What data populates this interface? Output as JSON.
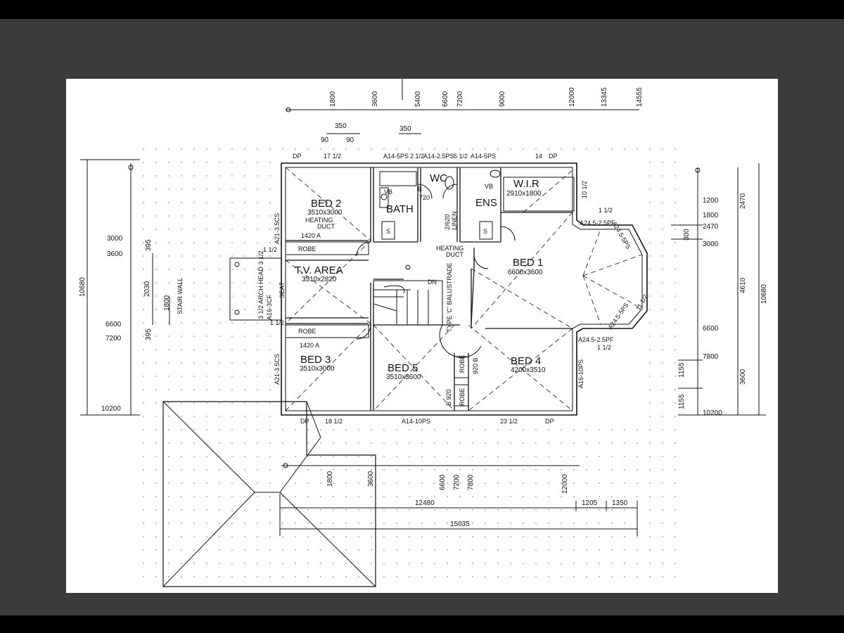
{
  "plan": {
    "rooms": {
      "bed1": {
        "name": "BED 1",
        "size": "6600x3600"
      },
      "bed2": {
        "name": "BED 2",
        "size": "3510x3000"
      },
      "bed3": {
        "name": "BED 3",
        "size": "3510x3000"
      },
      "bed4": {
        "name": "BED 4",
        "size": "4200x3510"
      },
      "bed5": {
        "name": "BED 5",
        "size": "3510x3600"
      },
      "tv": {
        "name": "T.V. AREA",
        "size": "3510x2820"
      },
      "bath": {
        "name": "BATH"
      },
      "ens": {
        "name": "ENS"
      },
      "wc": {
        "name": "WC"
      },
      "wir": {
        "name": "W.I.R",
        "size": "2910x1800"
      }
    },
    "labels": {
      "heating_duct_1": "HEATING",
      "heating_duct_1b": "DUCT",
      "heating_duct_2": "HEATING",
      "heating_duct_2b": "DUCT",
      "robe": "ROBE",
      "robe_width": "1420 A",
      "seat": "SEAT",
      "linen": "LINEN",
      "linen_size": "2/620",
      "balustrade": "TYPE 'C' BALUSTRADE",
      "dn": "DN",
      "stair_wall": "STAIR WALL",
      "arch_head": "3 1/2 ARCH HEAD 3 1/2",
      "vb": "VB",
      "b": "B",
      "s": "S",
      "door_720": "720",
      "door_920b": "920 B",
      "door_b920": "B 920",
      "dp": "DP",
      "window_a14_5ps": "A14-5PS",
      "window_a14_25ps": "A14-2.5PS",
      "window_a14_10ps": "A14-10PS",
      "window_a21_35cs": "A21-3.5CS",
      "window_a24_25pf": "A24.5-2.5PF",
      "window_a24_5ps": "A24.5-5PS",
      "window_a16_10ps": "A16-10PS",
      "window_a16_3cf": "A16-3CF",
      "frac_17_5": "17 1/2",
      "frac_2_5": "2 1/2",
      "frac_5_5": "5 1/2",
      "frac_14": "14",
      "frac_18_5": "18 1/2",
      "frac_23_5": "23 1/2",
      "frac_1_5": "1 1/2",
      "frac_10_5": "10 1/2",
      "frac_11_5": "11 1/2"
    },
    "top_dims": [
      "1800",
      "3600",
      "5400",
      "6600",
      "7200",
      "9000",
      "12000",
      "13345",
      "14555"
    ],
    "top_sub": [
      "350",
      "90",
      "90",
      "350"
    ],
    "bottom_dims": [
      "1800",
      "3600",
      "6600",
      "7200",
      "7800",
      "12000"
    ],
    "bottom_runs": [
      "12480",
      "1205",
      "1350",
      "15035"
    ],
    "left_dims": [
      "3000",
      "3600",
      "6600",
      "7200",
      "10200"
    ],
    "left_inner": [
      "395",
      "2030",
      "395",
      "1800"
    ],
    "left_total": "10680",
    "right_dims": [
      "1200",
      "1800",
      "2470",
      "3000",
      "6600",
      "7800",
      "10200"
    ],
    "right_mid": [
      "300",
      "4610",
      "1155",
      "1155"
    ],
    "right_outer": [
      "2470",
      "3600"
    ],
    "right_total": "10680"
  }
}
